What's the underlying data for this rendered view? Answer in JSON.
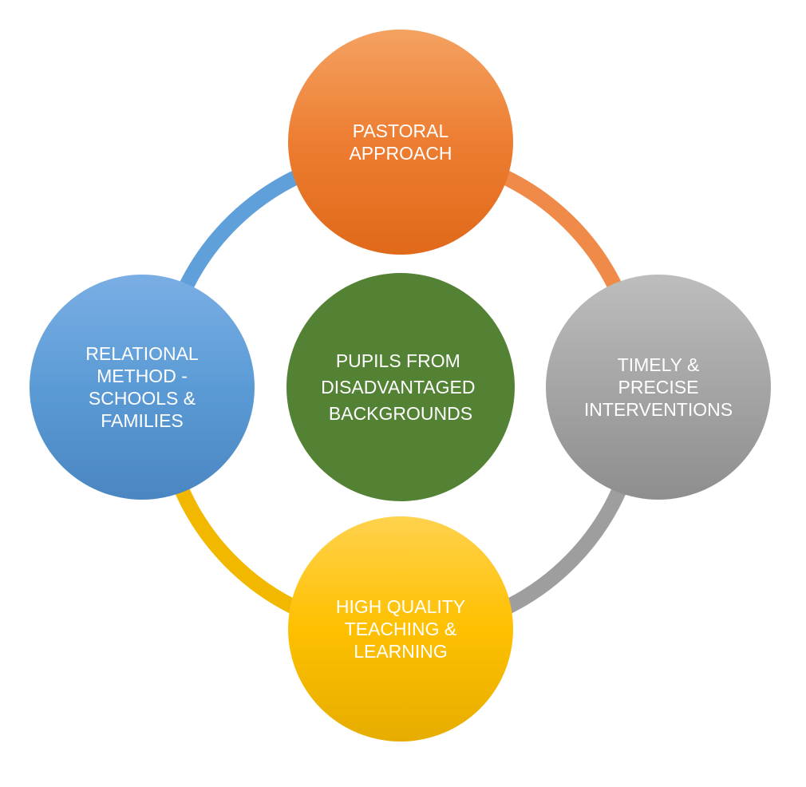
{
  "center": {
    "lines": [
      "PUPILS FROM",
      "DISADVANTAGED",
      "BACKGROUNDS"
    ],
    "color": "#548235"
  },
  "nodes": [
    {
      "key": "top",
      "lines": [
        "PASTORAL",
        "APPROACH"
      ],
      "color_light": "#F4A261",
      "color": "#ED7D31",
      "color_dark": "#E0691A"
    },
    {
      "key": "right",
      "lines": [
        "TIMELY &",
        "PRECISE",
        "INTERVENTIONS"
      ],
      "color_light": "#BDBDBD",
      "color": "#A5A5A5",
      "color_dark": "#8E8E8E"
    },
    {
      "key": "bottom",
      "lines": [
        "HIGH QUALITY",
        "TEACHING &",
        "LEARNING"
      ],
      "color_light": "#FFD24D",
      "color": "#FFC000",
      "color_dark": "#E6AD00"
    },
    {
      "key": "left",
      "lines": [
        "RELATIONAL",
        "METHOD -",
        "SCHOOLS &",
        "FAMILIES"
      ],
      "color_light": "#7AAEE4",
      "color": "#5B9BD5",
      "color_dark": "#4A86C2"
    }
  ],
  "arcs": [
    {
      "from": "top",
      "to": "right",
      "color": "#F08A48"
    },
    {
      "from": "right",
      "to": "bottom",
      "color": "#9E9E9E"
    },
    {
      "from": "bottom",
      "to": "left",
      "color": "#F2B800"
    },
    {
      "from": "left",
      "to": "top",
      "color": "#5FA0DB"
    }
  ]
}
